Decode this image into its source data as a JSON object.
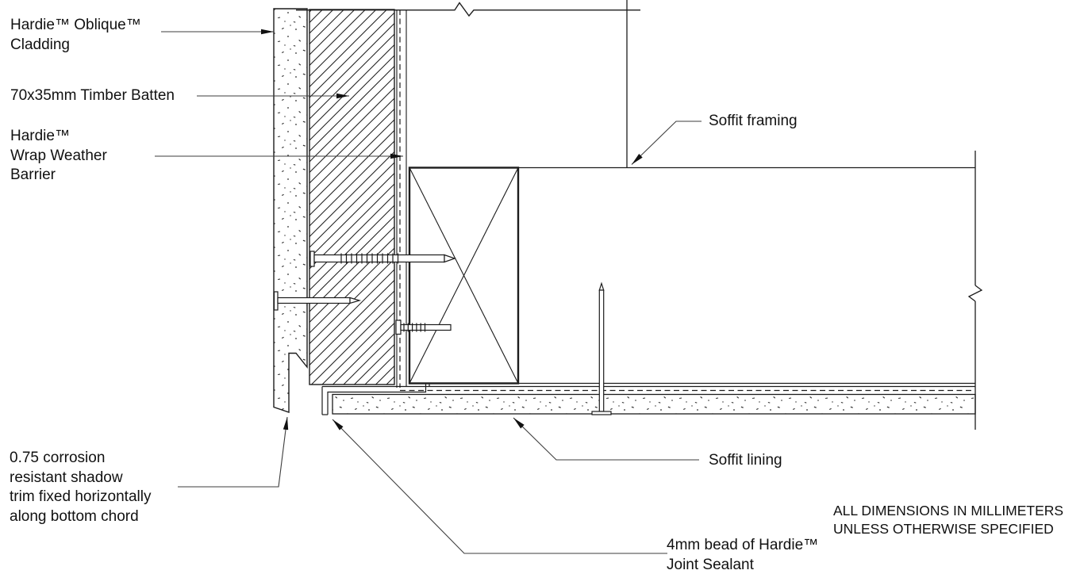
{
  "page": {
    "background": "#ffffff"
  },
  "drawing": {
    "type": "construction-detail-section",
    "labels": {
      "cladding": "Hardie™ Oblique™\nCladding",
      "timber_batten": "70x35mm Timber Batten",
      "weather_barrier": "Hardie™\nWrap Weather\nBarrier",
      "shadow_trim": "0.75 corrosion\nresistant shadow\ntrim fixed horizontally\nalong bottom chord",
      "soffit_framing": "Soffit framing",
      "soffit_lining": "Soffit lining",
      "joint_sealant": "4mm bead of Hardie™\nJoint Sealant",
      "dimensions_note": "ALL DIMENSIONS IN MILLIMETERS\nUNLESS OTHERWISE SPECIFIED"
    },
    "colors": {
      "line": "#1c1c1c",
      "leader": "#3d3d3d",
      "background": "#ffffff"
    }
  }
}
